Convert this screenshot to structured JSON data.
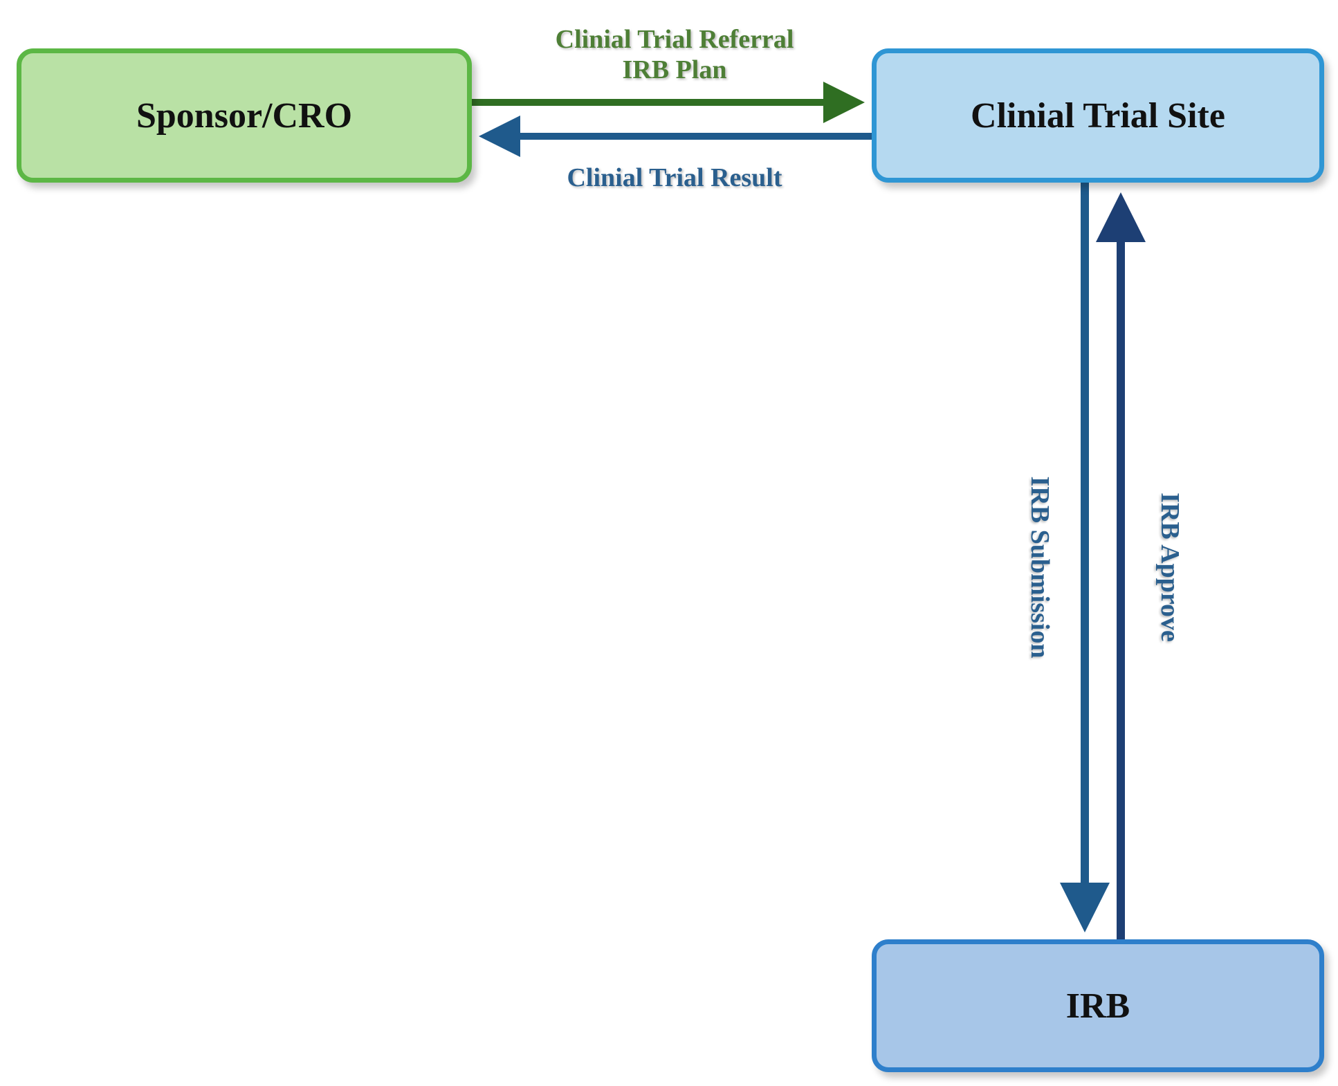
{
  "nodes": {
    "sponsor": "Sponsor/CRO",
    "site": "Clinial Trial Site",
    "irb": "IRB"
  },
  "edges": {
    "referral_line1": "Clinial Trial Referral",
    "referral_line2": "IRB Plan",
    "result": "Clinial Trial Result",
    "submission": "IRB Submission",
    "approve": "IRB Approve"
  },
  "colors": {
    "green_arrow": "#2f6e22",
    "blue_arrow": "#1f5a8c",
    "sponsor_fill": "#b9e1a5",
    "site_fill": "#b5d9f0",
    "irb_fill": "#a7c6e8"
  }
}
